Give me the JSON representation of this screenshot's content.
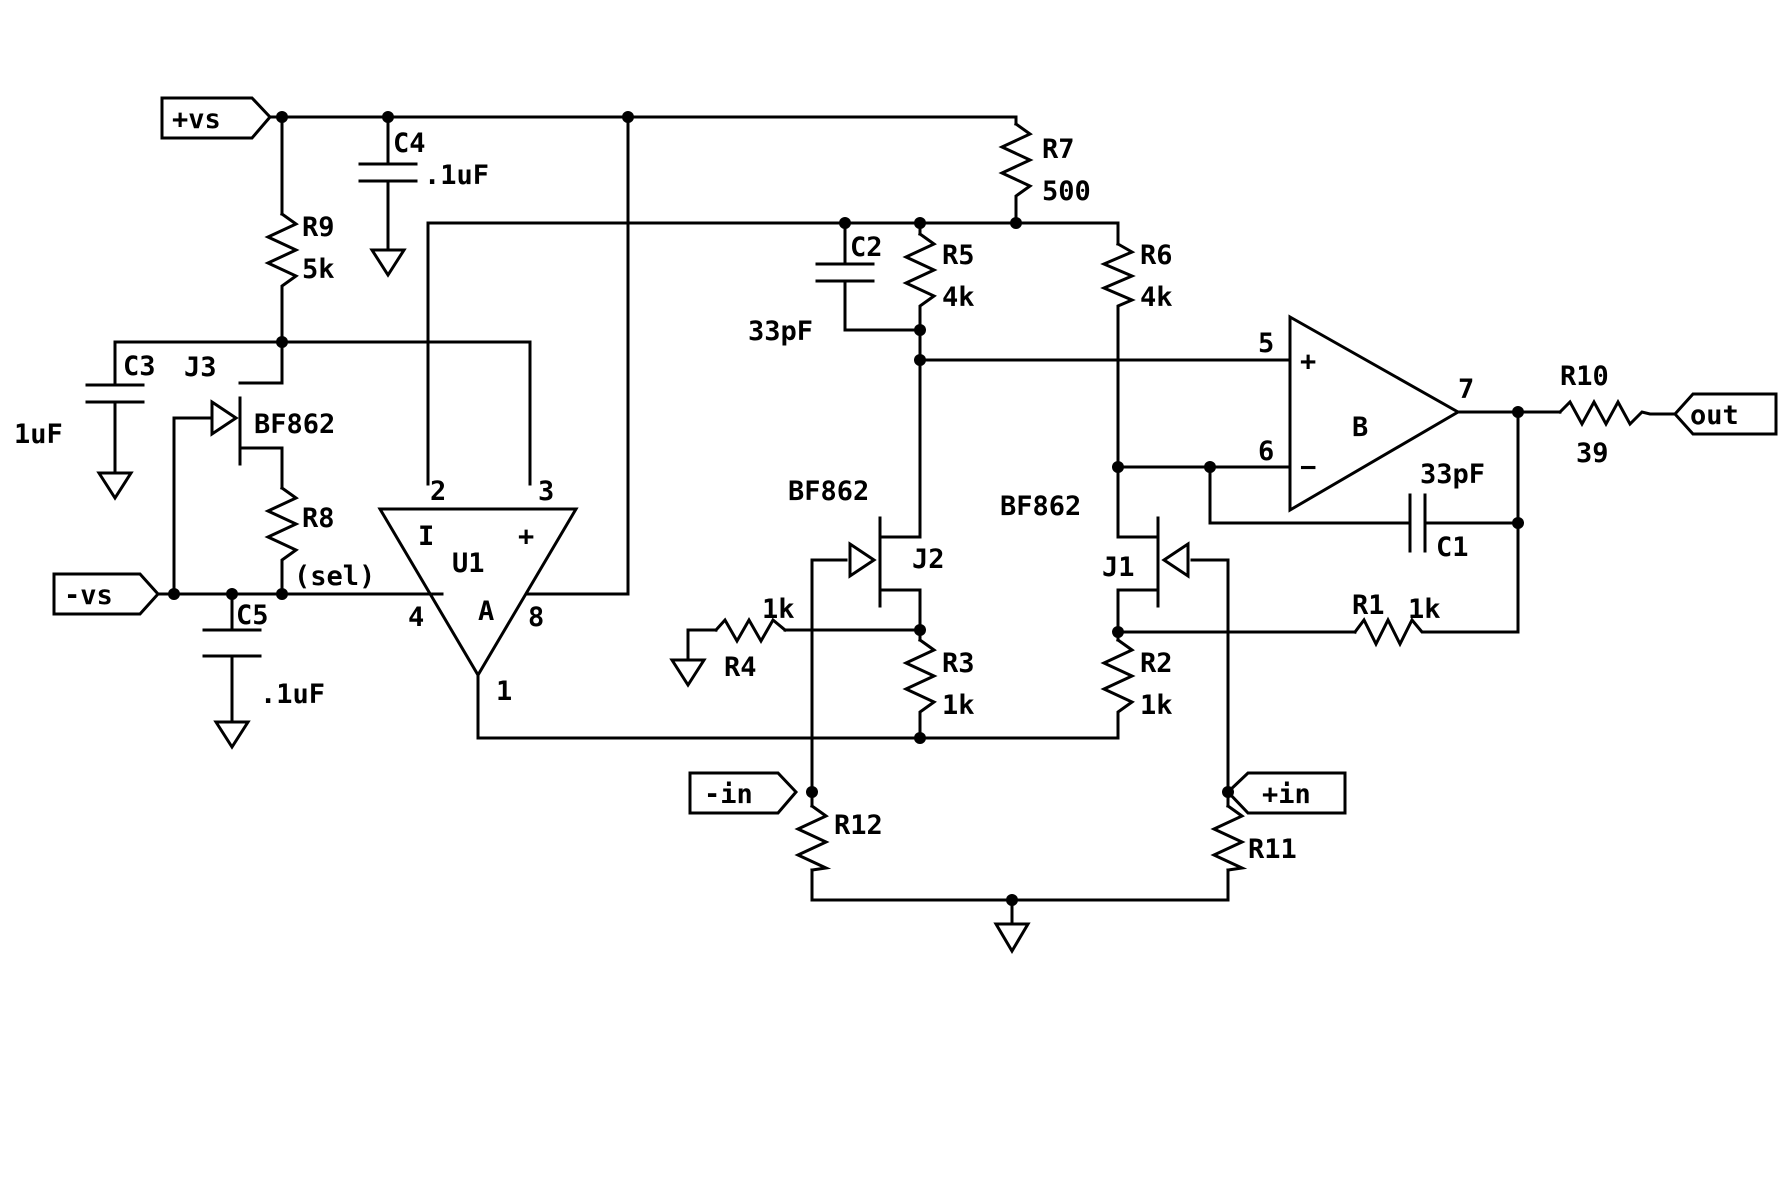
{
  "ports": {
    "pos_vs": "+vs",
    "neg_vs": "-vs",
    "neg_in": "-in",
    "pos_in": "+in",
    "out": "out"
  },
  "components": {
    "c4": {
      "ref": "C4",
      "value": ".1uF"
    },
    "r7": {
      "ref": "R7",
      "value": "500"
    },
    "r9": {
      "ref": "R9",
      "value": "5k"
    },
    "c3": {
      "ref": "C3",
      "value": "1uF"
    },
    "j3": {
      "ref": "J3",
      "value": "BF862"
    },
    "r8": {
      "ref": "R8",
      "value": "(sel)"
    },
    "c5": {
      "ref": "C5",
      "value": ".1uF"
    },
    "c2": {
      "ref": "C2",
      "value": "33pF"
    },
    "r5": {
      "ref": "R5",
      "value": "4k"
    },
    "r6": {
      "ref": "R6",
      "value": "4k"
    },
    "j2": {
      "ref": "J2",
      "value": "BF862"
    },
    "j1": {
      "ref": "J1",
      "value": "BF862"
    },
    "r4": {
      "ref": "R4",
      "value": "1k"
    },
    "r3": {
      "ref": "R3",
      "value": "1k"
    },
    "r2": {
      "ref": "R2",
      "value": "1k"
    },
    "r1": {
      "ref": "R1",
      "value": "1k"
    },
    "c1": {
      "ref": "C1",
      "value": "33pF"
    },
    "r10": {
      "ref": "R10",
      "value": "39"
    },
    "r12": {
      "ref": "R12"
    },
    "r11": {
      "ref": "R11"
    }
  },
  "u1": {
    "ref": "U1",
    "unit": "A",
    "in_minus_sign": "I",
    "in_plus_sign": "+",
    "pin_inv": "2",
    "pin_noninv": "3",
    "pin_neg_supply": "4",
    "pin_pos_supply": "8",
    "pin_out": "1"
  },
  "opamp_b": {
    "unit": "B",
    "plus_sign": "+",
    "minus_sign": "−",
    "pin_plus": "5",
    "pin_minus": "6",
    "pin_out": "7"
  }
}
